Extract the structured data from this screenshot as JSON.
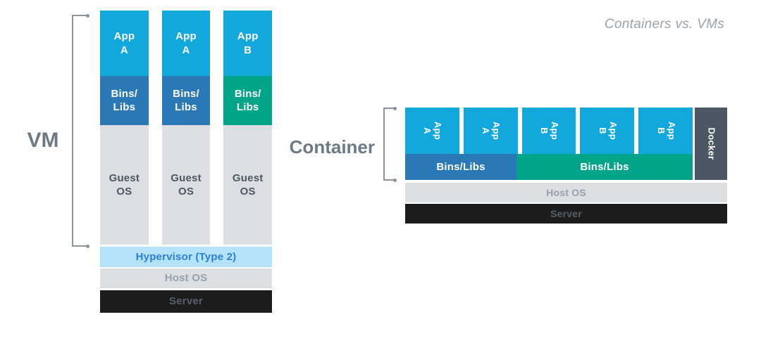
{
  "title": "Containers vs. VMs",
  "vm": {
    "label": "VM",
    "columns": [
      {
        "app": "App\nA",
        "bins": "Bins/\nLibs",
        "guest_os": "Guest\nOS"
      },
      {
        "app": "App\nA",
        "bins": "Bins/\nLibs",
        "guest_os": "Guest\nOS"
      },
      {
        "app": "App\nB",
        "bins": "Bins/\nLibs",
        "guest_os": "Guest\nOS"
      }
    ],
    "hypervisor": "Hypervisor (Type 2)",
    "host_os": "Host OS",
    "server": "Server"
  },
  "container": {
    "label": "Container",
    "apps": [
      "App\nA",
      "App\nA",
      "App\nB",
      "App\nB",
      "App\nB"
    ],
    "bins_a": "Bins/Libs",
    "bins_b": "Bins/Libs",
    "docker": "Docker",
    "host_os": "Host OS",
    "server": "Server"
  },
  "colors": {
    "app_cyan": "#13a8dc",
    "bins_blue": "#2b78b6",
    "bins_teal": "#03a58a",
    "docker_slate": "#4c5664",
    "os_gray": "#dcdee1",
    "hypervisor_fill": "#b4e2f8",
    "hypervisor_text": "#2a7fd6",
    "server_black": "#1d1d1d",
    "label_gray": "#6d7984",
    "muted_text": "#98a1ab",
    "dark_text": "#4d5761",
    "bracket_gray": "#8a949e"
  }
}
